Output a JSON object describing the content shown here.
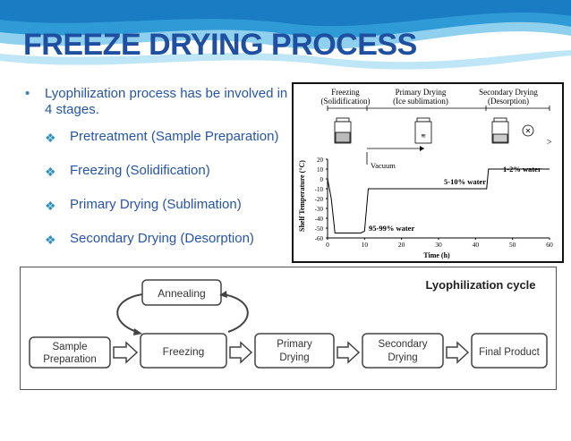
{
  "slide": {
    "title": "FREEZE DRYING PROCESS",
    "bullet_main": "Lyophilization process has be involved in 4 stages.",
    "sub_bullets": [
      "Pretreatment (Sample Preparation)",
      "Freezing (Solidification)",
      "Primary Drying (Sublimation)",
      "Secondary Drying (Desorption)"
    ]
  },
  "figure": {
    "phase_labels": [
      [
        "Freezing",
        "(Solidification)"
      ],
      [
        "Primary Drying",
        "(Ice sublimation)"
      ],
      [
        "Secondary Drying",
        "(Desorption)"
      ]
    ],
    "vacuum_label": "Vacuum",
    "ylabel": "Shelf Temperature (°C)",
    "xlabel": "Time (h)",
    "yticks": [
      "20",
      "10",
      "0",
      "-10",
      "-20",
      "-30",
      "-40",
      "-50",
      "-60"
    ],
    "xticks": [
      "0",
      "10",
      "20",
      "30",
      "40",
      "50",
      "60"
    ],
    "annotations": [
      "95-99% water",
      "5-10% water",
      "1-2% water"
    ]
  },
  "chart_data": {
    "type": "line",
    "x": [
      0,
      1,
      2,
      9,
      10,
      11,
      43,
      43.5,
      60
    ],
    "y": [
      0,
      -20,
      -55,
      -55,
      -53,
      -10,
      -10,
      10,
      10
    ],
    "xlabel": "Time (h)",
    "ylabel": "Shelf Temperature (°C)",
    "xlim": [
      0,
      60
    ],
    "ylim": [
      -60,
      20
    ]
  },
  "cycle": {
    "title": "Lyophilization cycle",
    "annealing": "Annealing",
    "sample_prep": [
      "Sample",
      "Preparation"
    ],
    "freezing": "Freezing",
    "primary": [
      "Primary",
      "Drying"
    ],
    "secondary": [
      "Secondary",
      "Drying"
    ],
    "final": "Final Product"
  },
  "colors": {
    "title": "#1f4fa0",
    "text": "#2554b0",
    "header_wave": "#2f9bd6"
  }
}
